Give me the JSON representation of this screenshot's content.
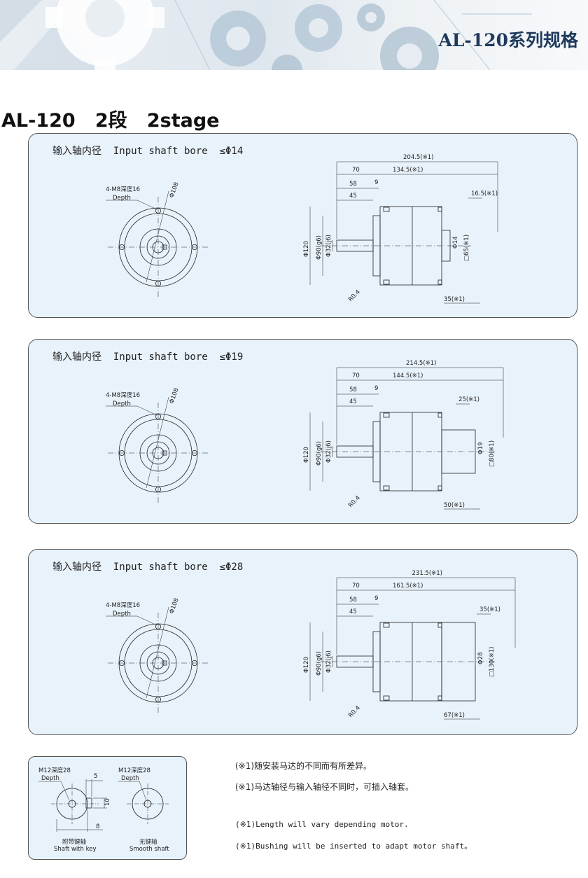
{
  "header": {
    "title": "AL-120系列规格"
  },
  "page_title": "AL-120   2段   2stage",
  "panels": [
    {
      "label": "输入轴内径  Input shaft bore  ≤Φ14",
      "front": {
        "hole": "4-M8深度16",
        "hole_en": "Depth",
        "pcd": "Φ108"
      },
      "side": {
        "total": "204.5(※1)",
        "d70": "70",
        "d_motor": "134.5(※1)",
        "d9": "9",
        "d58": "58",
        "d45": "45",
        "d_spigot": "16.5(※1)",
        "d_bottom": "35(※1)",
        "phi120": "Φ120",
        "phi90": "Φ90(g6)",
        "phi32": "Φ32(j6)",
        "r": "R0.4",
        "shaft": "Φ14",
        "square": "□65(※1)"
      }
    },
    {
      "label": "输入轴内径  Input shaft bore  ≤Φ19",
      "front": {
        "hole": "4-M8深度16",
        "hole_en": "Depth",
        "pcd": "Φ108"
      },
      "side": {
        "total": "214.5(※1)",
        "d70": "70",
        "d_motor": "144.5(※1)",
        "d9": "9",
        "d58": "58",
        "d45": "45",
        "d_spigot": "25(※1)",
        "d_bottom": "50(※1)",
        "phi120": "Φ120",
        "phi90": "Φ90(g6)",
        "phi32": "Φ32(j6)",
        "r": "R0.4",
        "shaft": "Φ19",
        "square": "□80(※1)"
      }
    },
    {
      "label": "输入轴内径  Input shaft bore  ≤Φ28",
      "front": {
        "hole": "4-M8深度16",
        "hole_en": "Depth",
        "pcd": "Φ108"
      },
      "side": {
        "total": "231.5(※1)",
        "d70": "70",
        "d_motor": "161.5(※1)",
        "d9": "9",
        "d58": "58",
        "d45": "45",
        "d_spigot": "35(※1)",
        "d_bottom": "67(※1)",
        "phi120": "Φ120",
        "phi90": "Φ90(g6)",
        "phi32": "Φ32(j6)",
        "r": "R0.4",
        "shaft": "Φ28",
        "square": "□130(※1)"
      }
    }
  ],
  "shaft_detail": {
    "left": {
      "hole": "M12深度28",
      "hole_en": "Depth",
      "d5": "5",
      "d10": "10",
      "d8": "8",
      "caption_cn": "附带键轴",
      "caption_en": "Shaft with key"
    },
    "right": {
      "hole": "M12深度28",
      "hole_en": "Depth",
      "caption_cn": "无键轴",
      "caption_en": "Smooth shaft"
    }
  },
  "notes": [
    "(※1)随安装马达的不同而有所差异。",
    "(※1)马达轴径与输入轴径不同时，可插入轴套。",
    "(※1)Length will vary depending motor.",
    "(※1)Bushing will be inserted to adapt motor shaft。"
  ]
}
